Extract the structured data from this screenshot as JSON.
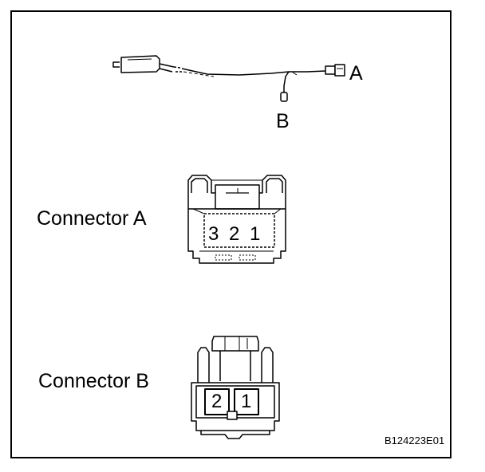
{
  "wire": {
    "end_a": "A",
    "end_b": "B"
  },
  "connector_a": {
    "title": "Connector A",
    "pins": [
      "3",
      "2",
      "1"
    ]
  },
  "connector_b": {
    "title": "Connector B",
    "pins": [
      "2",
      "1"
    ]
  },
  "figure_code": "B124223E01"
}
